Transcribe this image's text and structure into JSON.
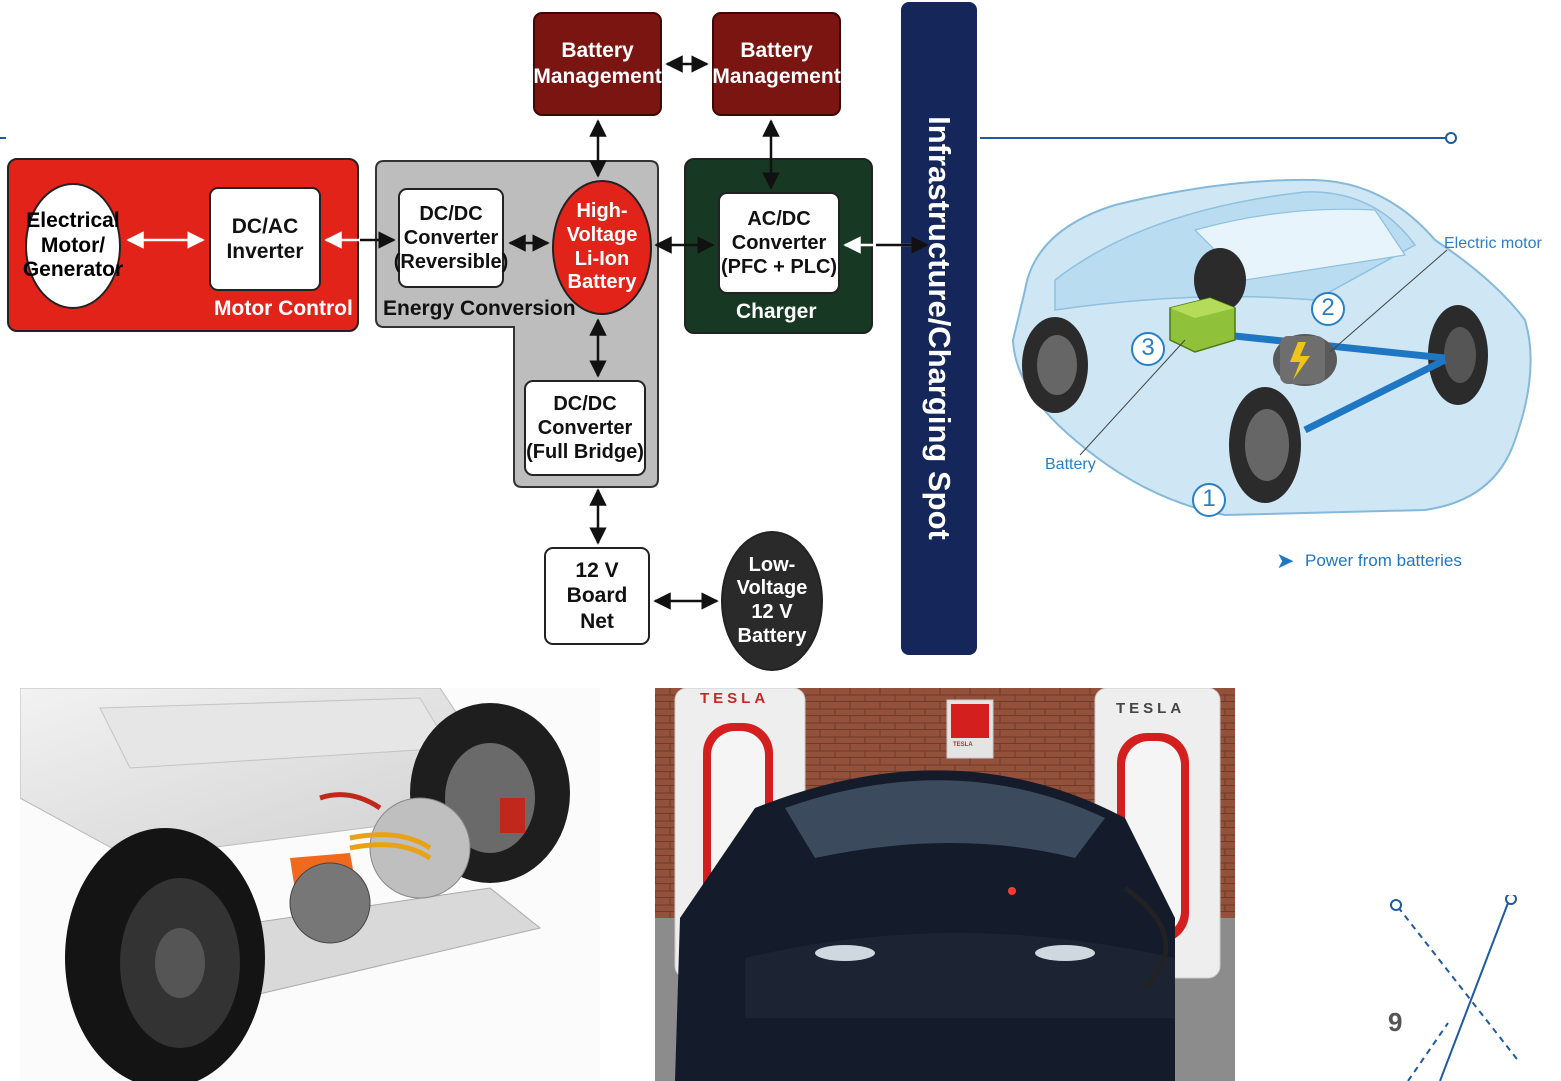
{
  "diagram": {
    "motor_control": {
      "title": "Motor Control",
      "motor_generator": "Electrical\nMotor/\nGenerator",
      "inverter": "DC/AC\nInverter"
    },
    "energy_conversion": {
      "title": "Energy Conversion",
      "dcdc_reversible": "DC/DC\nConverter\n(Reversible)",
      "hv_battery": "High-\nVoltage\nLi-Ion\nBattery",
      "dcdc_full_bridge": "DC/DC\nConverter\n(Full Bridge)"
    },
    "battery_management_left": "Battery\nManagement",
    "battery_management_right": "Battery\nManagement",
    "charger": {
      "title": "Charger",
      "acdc": "AC/DC\nConverter\n(PFC + PLC)"
    },
    "board_net": "12 V Board\nNet",
    "lv_battery": "Low-\nVoltage\n12 V\nBattery",
    "infrastructure": "Infrastructure/Charging Spot"
  },
  "car_illustration": {
    "electric_motor_label": "Electric motor",
    "battery_label": "Battery",
    "legend": "Power from batteries",
    "callouts": [
      "1",
      "2",
      "3"
    ]
  },
  "photos": {
    "charger_brand_left": "TESLA",
    "charger_brand_right": "TESLA",
    "charger_brand_center": "TESLA"
  },
  "slide": {
    "page_number": "9"
  },
  "colors": {
    "motor_panel": "#e2231a",
    "energy_panel": "#bdbdbd",
    "charger_panel": "#173822",
    "battery_mgmt": "#7b1512",
    "infrastructure": "#14265a",
    "accent_blue": "#2a7fc4"
  }
}
